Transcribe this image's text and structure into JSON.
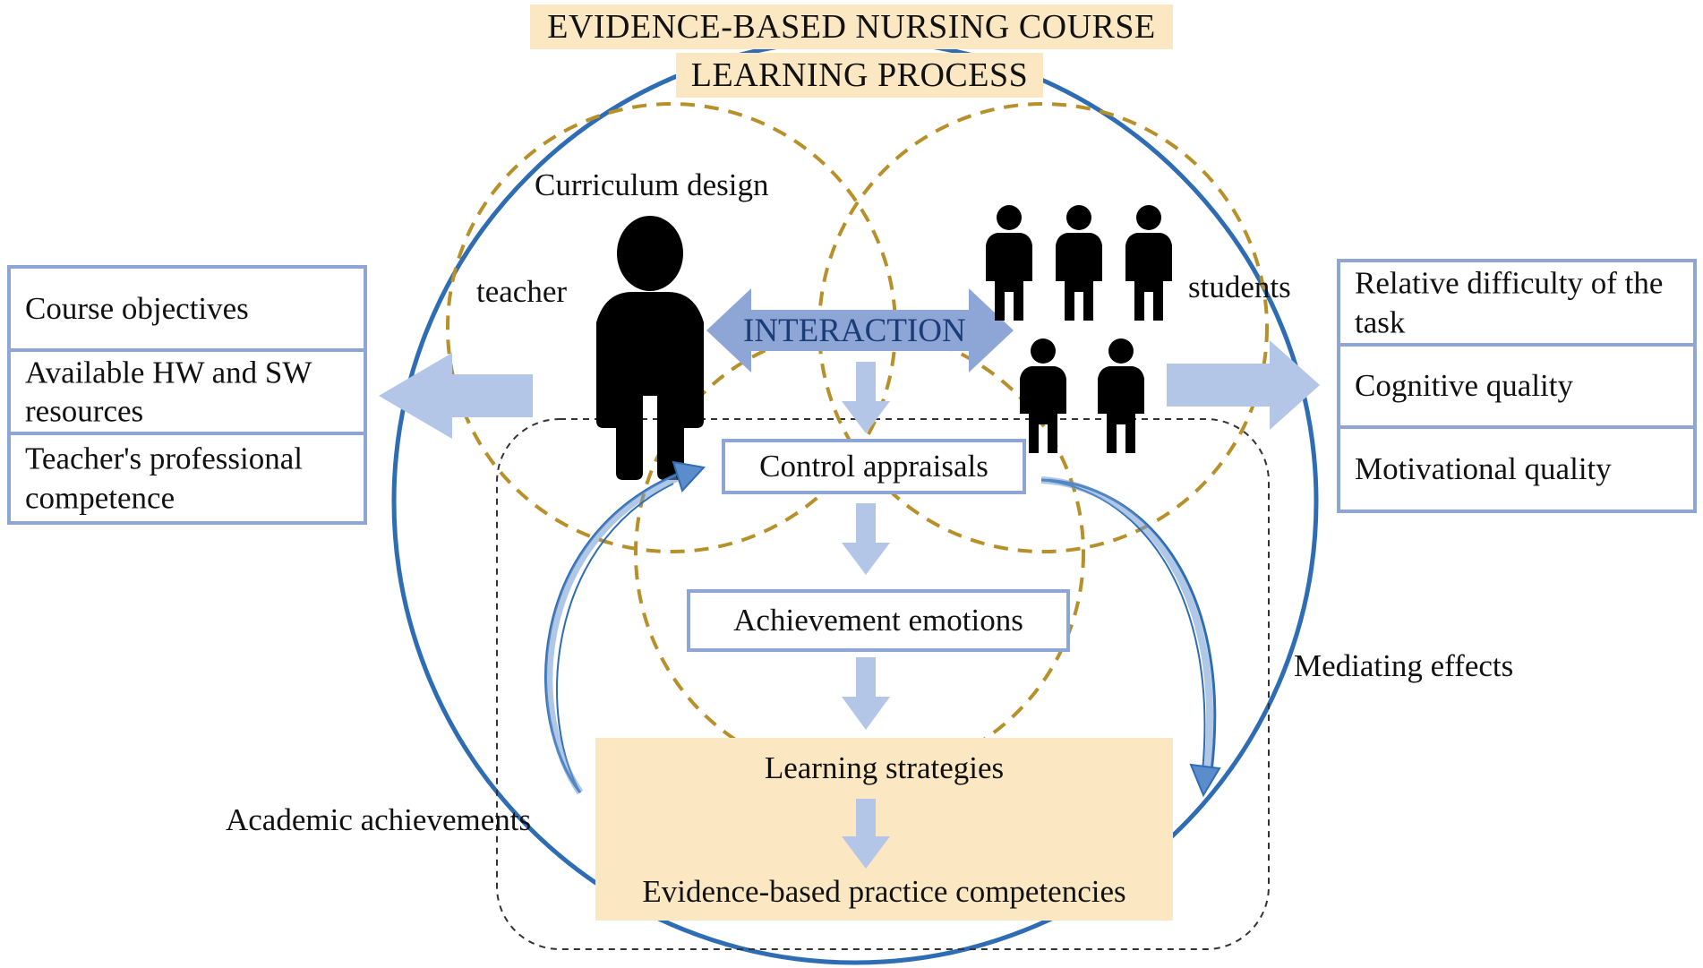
{
  "title": {
    "line1": "EVIDENCE-BASED NURSING COURSE",
    "line2": "LEARNING PROCESS"
  },
  "labels": {
    "curriculum_design": "Curriculum design",
    "teacher": "teacher",
    "students": "students",
    "interaction": "INTERACTION",
    "mediating_effects": "Mediating effects",
    "academic_achievements": "Academic achievements"
  },
  "left_factors": [
    "Course objectives",
    "Available HW and SW resources",
    "Teacher's professional competence"
  ],
  "right_factors": [
    "Relative difficulty of the task",
    "Cognitive quality",
    "Motivational quality"
  ],
  "process": {
    "control_appraisals": "Control appraisals",
    "achievement_emotions": "Achievement emotions",
    "learning_strategies": "Learning strategies",
    "ebp_competencies": "Evidence-based practice competencies"
  },
  "colors": {
    "outer_circle": "#2e6db4",
    "dashed_circles": "#b8902a",
    "box_border": "#8ea6d6",
    "arrow_fill": "#b3c6e7",
    "interaction_arrow": "#8ea6d6",
    "highlight": "#fbe8c3",
    "figures": "#000000"
  }
}
